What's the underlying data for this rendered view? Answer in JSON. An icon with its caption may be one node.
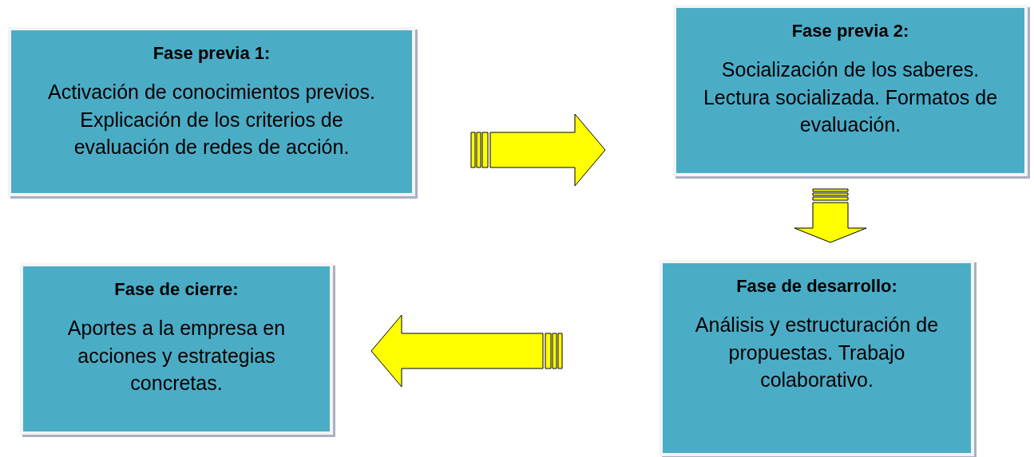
{
  "diagram": {
    "nodes": [
      {
        "text": [
          "Fase previa 1:",
          "Activación de conocimientos previos. Explicación de los criterios de evaluación de redes de acción."
        ]
      },
      {
        "text": [
          "Fase previa 2:",
          "Socialización de los saberes. Lectura socializada. Formatos de evaluación."
        ]
      },
      {
        "text": [
          "Fase de desarrollo:",
          "Análisis y estructuración de propuestas. Trabajo colaborativo."
        ]
      },
      {
        "text": [
          "Fase de cierre:",
          "Aportes a la empresa en acciones y estrategias concretas."
        ]
      }
    ],
    "edges": [
      {
        "from": 0,
        "to": 1,
        "arrow": "to"
      },
      {
        "from": 1,
        "to": 2,
        "arrow": "to"
      },
      {
        "from": 2,
        "to": 3,
        "arrow": "to"
      }
    ]
  }
}
